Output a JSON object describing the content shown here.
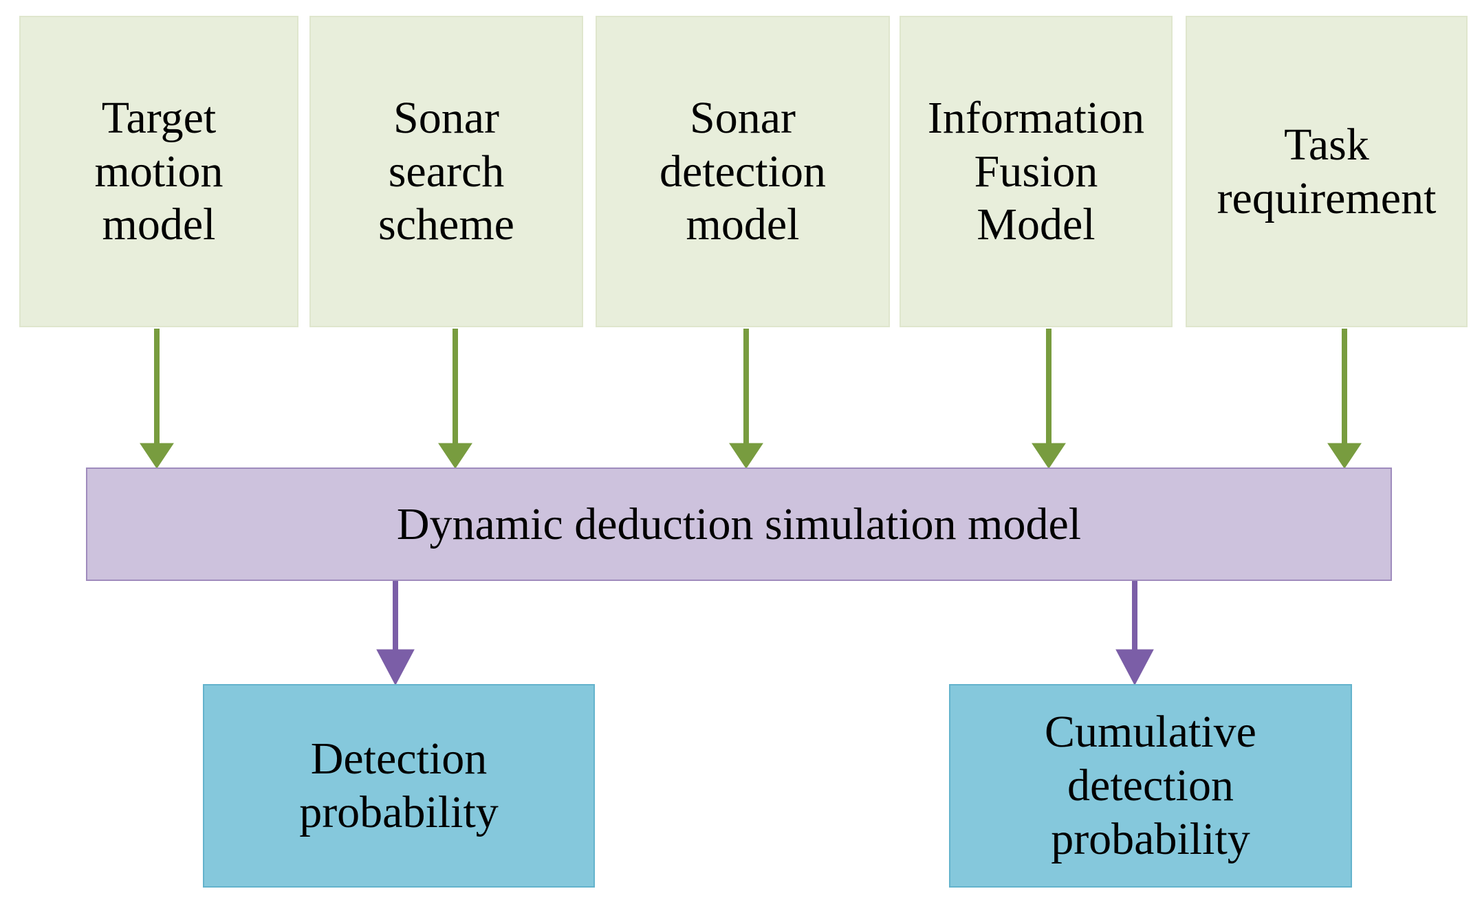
{
  "diagram": {
    "title": "Dynamic deduction simulation model flowchart",
    "colors": {
      "input_fill": "#e8eedb",
      "input_stroke": "#dfe6cd",
      "process_fill": "#cdc2dd",
      "process_stroke": "#9f8bbd",
      "output_fill": "#85c8dc",
      "output_stroke": "#63b3cc",
      "arrow_green": "#789c3f",
      "arrow_purple": "#7b5ea7",
      "text": "#000000",
      "background": "#ffffff"
    },
    "inputs": [
      {
        "id": "target-motion-model",
        "label": "Target\nmotion\nmodel"
      },
      {
        "id": "sonar-search-scheme",
        "label": "Sonar\nsearch\nscheme"
      },
      {
        "id": "sonar-detection-model",
        "label": "Sonar\ndetection\nmodel"
      },
      {
        "id": "information-fusion-model",
        "label": "Information\nFusion\nModel"
      },
      {
        "id": "task-requirement",
        "label": "Task\nrequirement"
      }
    ],
    "process": {
      "id": "dynamic-deduction-simulation-model",
      "label": "Dynamic deduction simulation model"
    },
    "outputs": [
      {
        "id": "detection-probability",
        "label": "Detection\nprobability"
      },
      {
        "id": "cumulative-detection-probability",
        "label": "Cumulative\ndetection\nprobability"
      }
    ],
    "edges": [
      {
        "from": "target-motion-model",
        "to": "dynamic-deduction-simulation-model",
        "color": "green"
      },
      {
        "from": "sonar-search-scheme",
        "to": "dynamic-deduction-simulation-model",
        "color": "green"
      },
      {
        "from": "sonar-detection-model",
        "to": "dynamic-deduction-simulation-model",
        "color": "green"
      },
      {
        "from": "information-fusion-model",
        "to": "dynamic-deduction-simulation-model",
        "color": "green"
      },
      {
        "from": "task-requirement",
        "to": "dynamic-deduction-simulation-model",
        "color": "green"
      },
      {
        "from": "dynamic-deduction-simulation-model",
        "to": "detection-probability",
        "color": "purple"
      },
      {
        "from": "dynamic-deduction-simulation-model",
        "to": "cumulative-detection-probability",
        "color": "purple"
      }
    ]
  }
}
